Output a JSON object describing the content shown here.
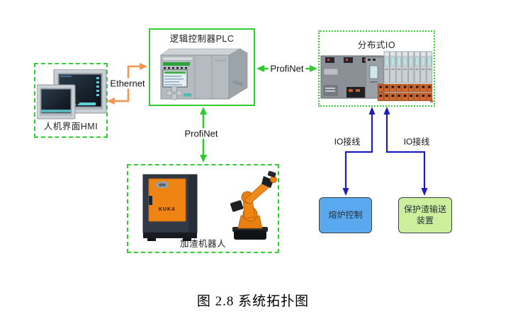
{
  "caption": "图 2.8 系统拓扑图",
  "nodes": {
    "hmi": {
      "label": "人机界面HMI"
    },
    "plc": {
      "label": "逻辑控制器PLC"
    },
    "dio": {
      "label": "分布式IO"
    },
    "robot": {
      "label": "加渣机器人",
      "cabinet_logo": "KUKA"
    },
    "furnace": {
      "label": "熔炉控制"
    },
    "slag": {
      "label": "保护渣输送装置"
    }
  },
  "links": {
    "ethernet": {
      "label": "Ethernet"
    },
    "profinet_plc_dio": {
      "label": "ProfiNet"
    },
    "profinet_plc_robot": {
      "label": "ProfiNet"
    },
    "io_wiring_left": {
      "label": "IO接线"
    },
    "io_wiring_right": {
      "label": "IO接线"
    }
  },
  "colors": {
    "box-green": "#33cc33",
    "link-green": "#2ecc2e",
    "link-orange": "#f5954d",
    "link-blue": "#1d1dbe",
    "furnace-fill": "#5aa9ee",
    "slag-fill": "#cdee9d"
  }
}
